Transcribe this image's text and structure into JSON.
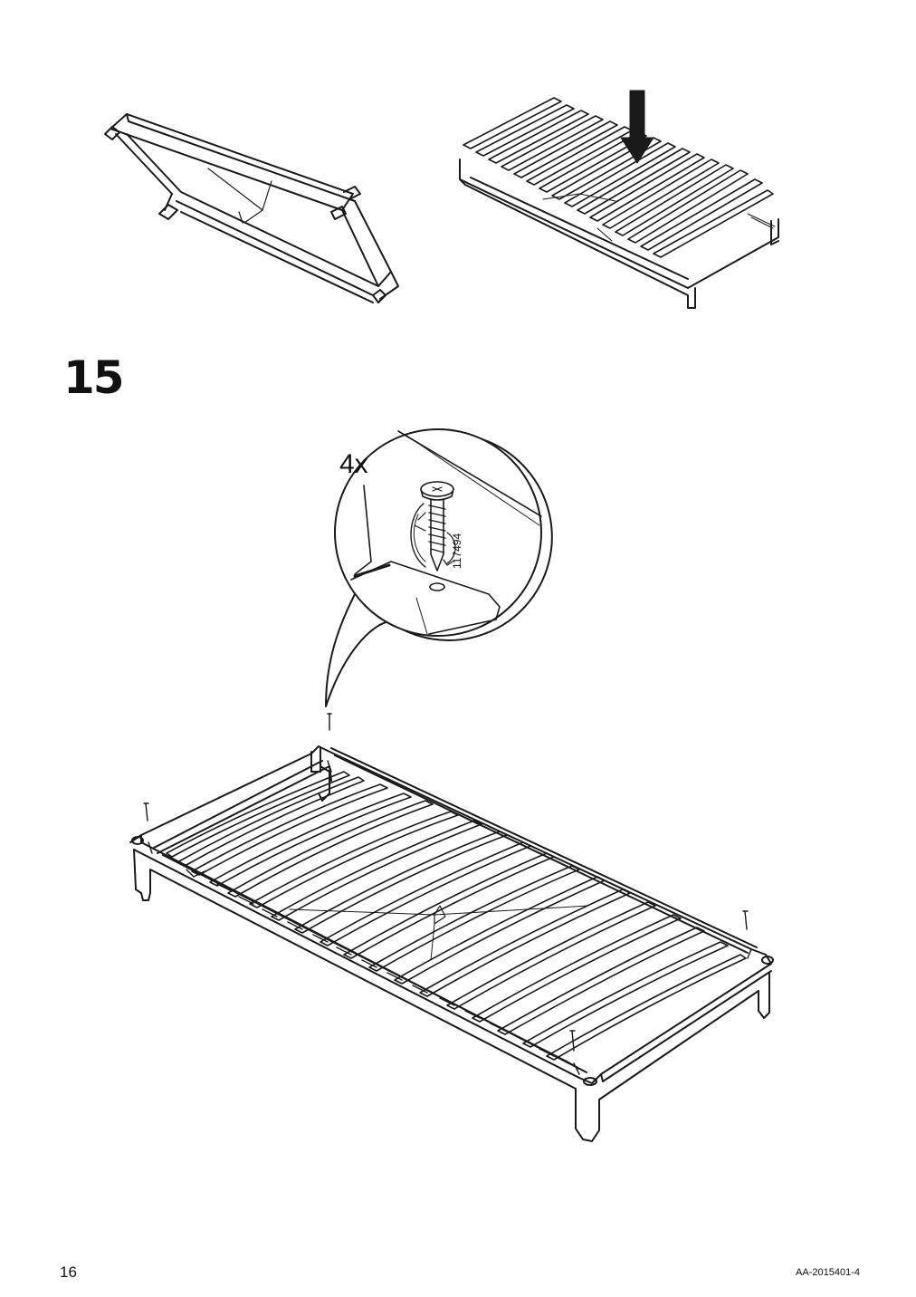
{
  "page": {
    "step_number": "15",
    "page_number": "16",
    "doc_code": "AA-2015401-4"
  },
  "detail_callout": {
    "quantity": "4x",
    "part_number": "117494"
  },
  "icons": {
    "arrow": "down-arrow-icon",
    "screw": "screw-icon",
    "rotation": "clockwise-rotation-icon"
  }
}
